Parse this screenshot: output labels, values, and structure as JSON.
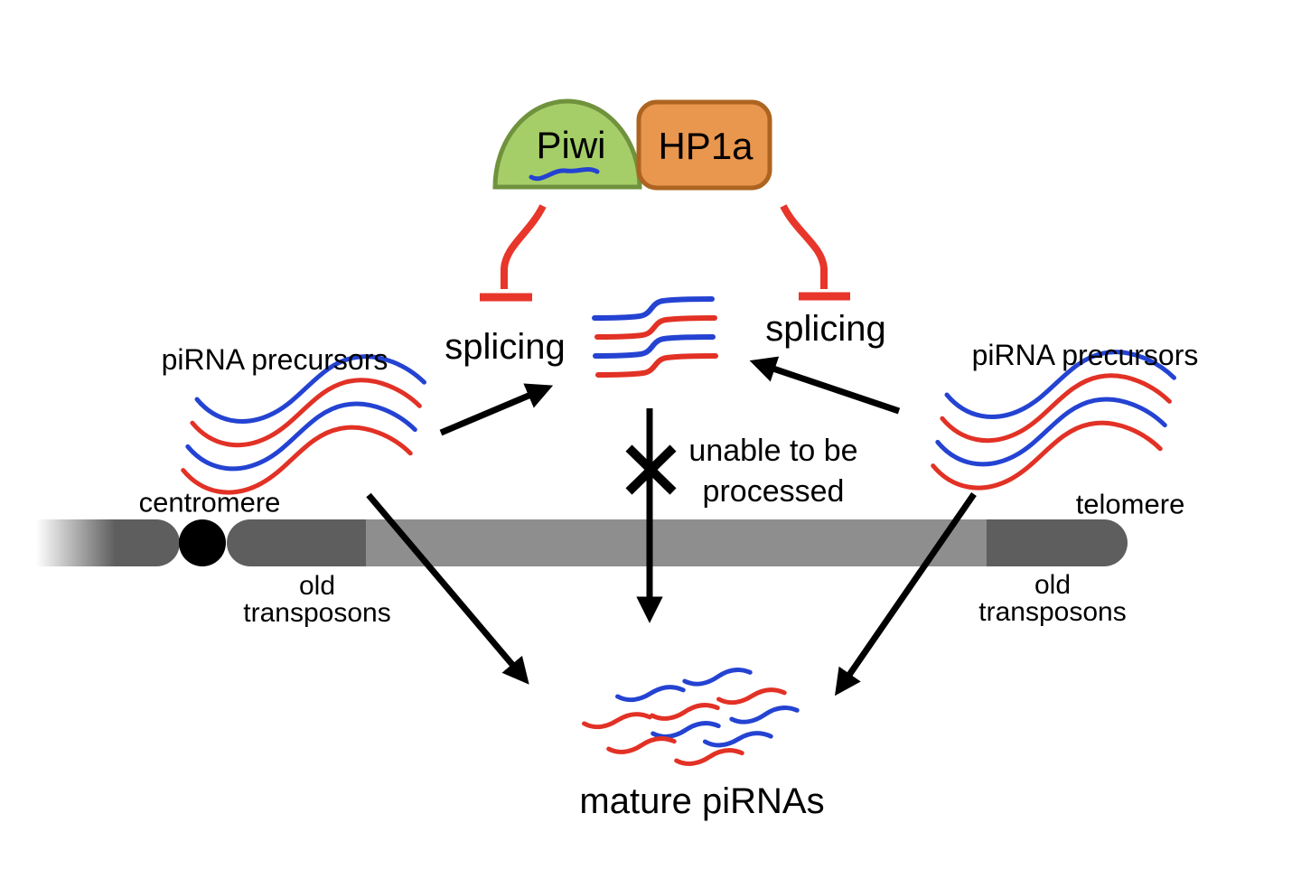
{
  "diagram": {
    "title": "Piwi-HP1a suppression of piRNA precursor splicing",
    "proteins": {
      "piwi": "Piwi",
      "hp1a": "HP1a"
    },
    "labels": {
      "splicing_left": "splicing",
      "splicing_right": "splicing",
      "pirna_precursors_left": "piRNA precursors",
      "pirna_precursors_right": "piRNA precursors",
      "centromere": "centromere",
      "telomere": "telomere",
      "old_transposons_left_line1": "old",
      "old_transposons_left_line2": "transposons",
      "old_transposons_right_line1": "old",
      "old_transposons_right_line2": "transposons",
      "unable_line1": "unable to be",
      "unable_line2": "processed",
      "mature_pirnas": "mature piRNAs"
    },
    "icons": {
      "piwi_bound_rna": "blue-rna-squiggle-icon",
      "unspliced_transcripts": "stacked-unspliced-rna-icon",
      "precursor_waves": "wavy-rna-bundle-icon",
      "mature_pirna_cluster": "short-rna-squiggles-icon",
      "inhibition": "red-blunt-t-arrow-icon",
      "blocked": "x-cross-icon"
    },
    "colors": {
      "background": "#ffffff",
      "piwi_fill": "#a5ce69",
      "piwi_stroke": "#70923d",
      "hp1a_fill": "#e9964e",
      "hp1a_stroke": "#ad6420",
      "rna_blue": "#2443d2",
      "rna_red": "#e23125",
      "inhibit_red": "#e8362b",
      "chromosome_dark": "#5e5e5e",
      "chromosome_light": "#8e8e8e",
      "centromere_black": "#000000",
      "arrow_black": "#000000"
    }
  }
}
